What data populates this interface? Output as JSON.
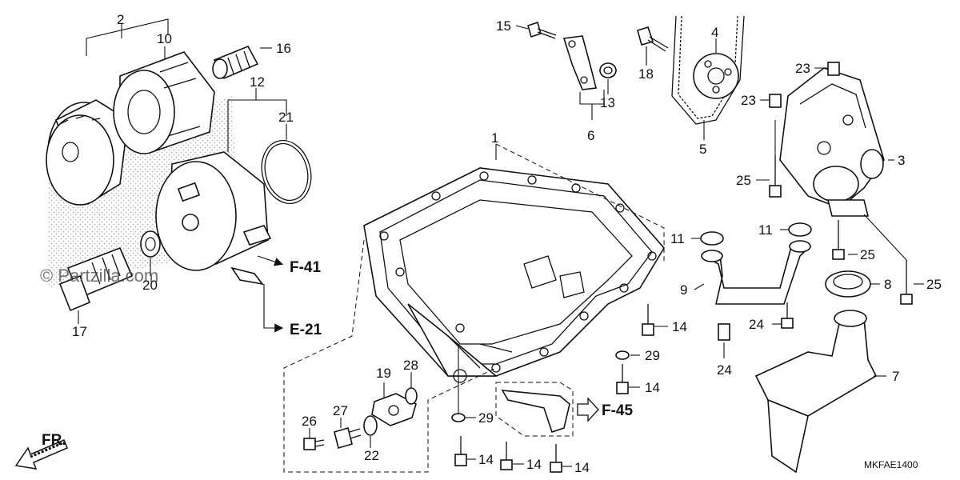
{
  "watermark": "© Partzilla.com",
  "diagram_code": "MKFAE1400",
  "front_indicator": "FR.",
  "references": [
    {
      "id": "ref-f41",
      "text": "F-41"
    },
    {
      "id": "ref-e21",
      "text": "E-21"
    },
    {
      "id": "ref-f45",
      "text": "F-45"
    }
  ],
  "callouts": [
    {
      "id": "c1",
      "text": "1"
    },
    {
      "id": "c2",
      "text": "2"
    },
    {
      "id": "c3",
      "text": "3"
    },
    {
      "id": "c4",
      "text": "4"
    },
    {
      "id": "c5",
      "text": "5"
    },
    {
      "id": "c6",
      "text": "6"
    },
    {
      "id": "c7",
      "text": "7"
    },
    {
      "id": "c8",
      "text": "8"
    },
    {
      "id": "c9",
      "text": "9"
    },
    {
      "id": "c10",
      "text": "10"
    },
    {
      "id": "c11a",
      "text": "11"
    },
    {
      "id": "c11b",
      "text": "11"
    },
    {
      "id": "c12",
      "text": "12"
    },
    {
      "id": "c13",
      "text": "13"
    },
    {
      "id": "c14a",
      "text": "14"
    },
    {
      "id": "c14b",
      "text": "14"
    },
    {
      "id": "c14c",
      "text": "14"
    },
    {
      "id": "c14d",
      "text": "14"
    },
    {
      "id": "c14e",
      "text": "14"
    },
    {
      "id": "c15",
      "text": "15"
    },
    {
      "id": "c16",
      "text": "16"
    },
    {
      "id": "c17",
      "text": "17"
    },
    {
      "id": "c18",
      "text": "18"
    },
    {
      "id": "c19",
      "text": "19"
    },
    {
      "id": "c20",
      "text": "20"
    },
    {
      "id": "c21",
      "text": "21"
    },
    {
      "id": "c22",
      "text": "22"
    },
    {
      "id": "c23a",
      "text": "23"
    },
    {
      "id": "c23b",
      "text": "23"
    },
    {
      "id": "c24a",
      "text": "24"
    },
    {
      "id": "c24b",
      "text": "24"
    },
    {
      "id": "c25a",
      "text": "25"
    },
    {
      "id": "c25b",
      "text": "25"
    },
    {
      "id": "c25c",
      "text": "25"
    },
    {
      "id": "c26",
      "text": "26"
    },
    {
      "id": "c27",
      "text": "27"
    },
    {
      "id": "c28",
      "text": "28"
    },
    {
      "id": "c29a",
      "text": "29"
    },
    {
      "id": "c29b",
      "text": "29"
    }
  ]
}
